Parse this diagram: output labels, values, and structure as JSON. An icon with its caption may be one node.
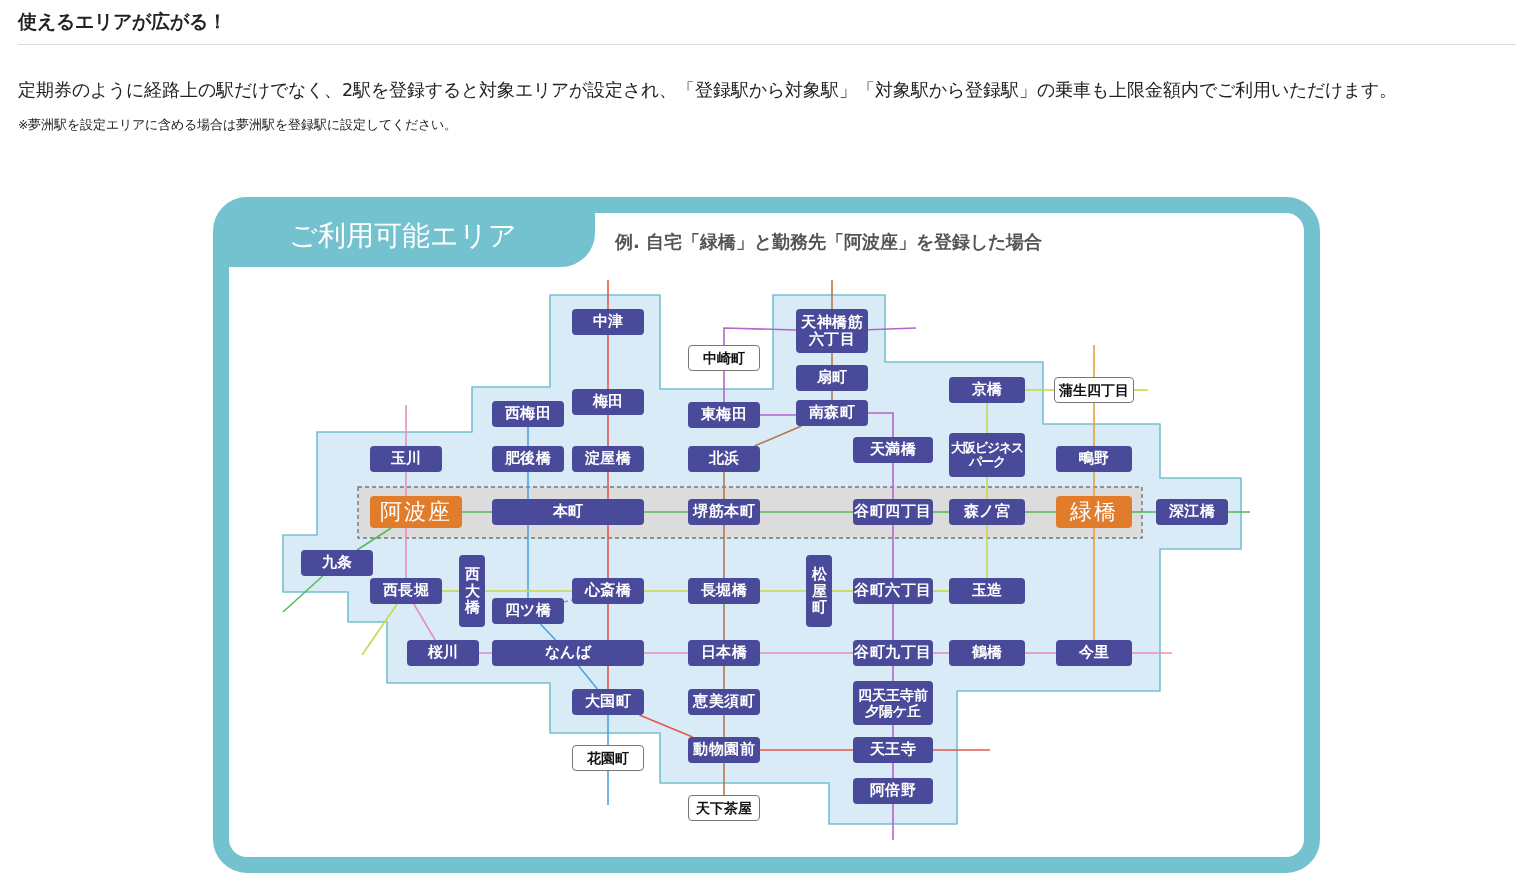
{
  "diagram": {
    "title": "使えるエリアが広がる！",
    "labels": [
      "定期券のように経路上の駅だけでなく、2駅を登録すると対象エリアが設定され、「登録駅から対象駅」「対象駅から登録駅」の乗車も上限金額内でご利用いただけます。",
      "※夢洲駅を設定エリアに含める場合は夢洲駅を登録駅に設定してください。"
    ],
    "nodes": [
      {
        "text": [
          "ご利用可能エリア",
          "例. 自宅「緑橋」と勤務先「阿波座」を登録した場合"
        ]
      },
      {
        "text": [
          "中津"
        ],
        "in": 0
      },
      {
        "text": [
          "天神橋筋六丁目"
        ],
        "in": 0
      },
      {
        "text": [
          "中崎町"
        ],
        "in": 0
      },
      {
        "text": [
          "扇町"
        ],
        "in": 0
      },
      {
        "text": [
          "梅田"
        ],
        "in": 0
      },
      {
        "text": [
          "西梅田"
        ],
        "in": 0
      },
      {
        "text": [
          "東梅田"
        ],
        "in": 0
      },
      {
        "text": [
          "南森町"
        ],
        "in": 0
      },
      {
        "text": [
          "京橋"
        ],
        "in": 0
      },
      {
        "text": [
          "蒲生四丁目"
        ],
        "in": 0
      },
      {
        "text": [
          "玉川"
        ],
        "in": 0
      },
      {
        "text": [
          "肥後橋"
        ],
        "in": 0
      },
      {
        "text": [
          "淀屋橋"
        ],
        "in": 0
      },
      {
        "text": [
          "北浜"
        ],
        "in": 0
      },
      {
        "text": [
          "天満橋"
        ],
        "in": 0
      },
      {
        "text": [
          "大阪ビジネスパーク"
        ],
        "in": 0
      },
      {
        "text": [
          "鴫野"
        ],
        "in": 0
      },
      {
        "text": [
          "阿波座"
        ],
        "in": 0
      },
      {
        "text": [
          "本町"
        ],
        "in": 0
      },
      {
        "text": [
          "堺筋本町"
        ],
        "in": 0
      },
      {
        "text": [
          "谷町四丁目"
        ],
        "in": 0
      },
      {
        "text": [
          "森ノ宮"
        ],
        "in": 0
      },
      {
        "text": [
          "緑橋"
        ],
        "in": 0
      },
      {
        "text": [
          "深江橋"
        ],
        "in": 0
      },
      {
        "text": [
          "九条"
        ],
        "in": 0
      },
      {
        "text": [
          "西長堀"
        ],
        "in": 0
      },
      {
        "text": [
          "西大橋"
        ],
        "in": 0
      },
      {
        "text": [
          "心斎橋"
        ],
        "in": 0
      },
      {
        "text": [
          "四ツ橋"
        ],
        "in": 0
      },
      {
        "text": [
          "長堀橋"
        ],
        "in": 0
      },
      {
        "text": [
          "松屋町"
        ],
        "in": 0
      },
      {
        "text": [
          "谷町六丁目"
        ],
        "in": 0
      },
      {
        "text": [
          "玉造"
        ],
        "in": 0
      },
      {
        "text": [
          "桜川"
        ],
        "in": 0
      },
      {
        "text": [
          "なんば"
        ],
        "in": 0
      },
      {
        "text": [
          "日本橋"
        ],
        "in": 0
      },
      {
        "text": [
          "谷町九丁目"
        ],
        "in": 0
      },
      {
        "text": [
          "鶴橋"
        ],
        "in": 0
      },
      {
        "text": [
          "今里"
        ],
        "in": 0
      },
      {
        "text": [
          "大国町"
        ],
        "in": 0
      },
      {
        "text": [
          "恵美須町"
        ],
        "in": 0
      },
      {
        "text": [
          "四天王寺前夕陽ケ丘"
        ],
        "in": 0
      },
      {
        "text": [
          "花園町"
        ],
        "in": 0
      },
      {
        "text": [
          "動物園前"
        ],
        "in": 0
      },
      {
        "text": [
          "天王寺"
        ],
        "in": 0
      },
      {
        "text": [
          "天下茶屋"
        ],
        "in": 0
      },
      {
        "text": [
          "阿倍野"
        ],
        "in": 0
      }
    ],
    "edges": [
      {
        "from": 1,
        "to": null,
        "arrow": "none",
        "color": "#e0584f"
      },
      {
        "from": 1,
        "to": 5,
        "arrow": "none",
        "color": "#e0584f"
      },
      {
        "from": 5,
        "to": 13,
        "arrow": "none",
        "color": "#e0584f"
      },
      {
        "from": 13,
        "to": 19,
        "arrow": "none",
        "color": "#e0584f"
      },
      {
        "from": 19,
        "to": 28,
        "arrow": "none",
        "color": "#e0584f"
      },
      {
        "from": 28,
        "to": 35,
        "arrow": "none",
        "color": "#e0584f"
      },
      {
        "from": 35,
        "to": 40,
        "arrow": "none",
        "color": "#e0584f"
      },
      {
        "from": 40,
        "to": 44,
        "arrow": "none",
        "color": "#e0584f"
      },
      {
        "from": 44,
        "to": 45,
        "arrow": "none",
        "color": "#e0584f"
      },
      {
        "from": 45,
        "to": null,
        "arrow": "none",
        "color": "#e0584f"
      },
      {
        "from": 6,
        "to": 12,
        "arrow": "none",
        "color": "#4fa3df"
      },
      {
        "from": 12,
        "to": 19,
        "arrow": "none",
        "color": "#4fa3df"
      },
      {
        "from": 19,
        "to": 29,
        "arrow": "none",
        "color": "#4fa3df"
      },
      {
        "from": 29,
        "to": 35,
        "arrow": "none",
        "color": "#4fa3df"
      },
      {
        "from": 35,
        "to": 40,
        "arrow": "none",
        "color": "#4fa3df"
      },
      {
        "from": 40,
        "to": 43,
        "arrow": "none",
        "color": "#4fa3df"
      },
      {
        "from": 43,
        "to": null,
        "arrow": "none",
        "color": "#4fa3df"
      },
      {
        "from": 29,
        "to": 28,
        "arrow": "none",
        "style": "dashed",
        "color": "#9a9ac0"
      },
      {
        "from": 2,
        "to": null,
        "arrow": "none",
        "color": "#b5794f"
      },
      {
        "from": 2,
        "to": 4,
        "arrow": "none",
        "color": "#b5794f"
      },
      {
        "from": 4,
        "to": 8,
        "arrow": "none",
        "color": "#b5794f"
      },
      {
        "from": 8,
        "to": 14,
        "arrow": "none",
        "color": "#b5794f"
      },
      {
        "from": 14,
        "to": 20,
        "arrow": "none",
        "color": "#b5794f"
      },
      {
        "from": 20,
        "to": 30,
        "arrow": "none",
        "color": "#b5794f"
      },
      {
        "from": 30,
        "to": 36,
        "arrow": "none",
        "color": "#b5794f"
      },
      {
        "from": 36,
        "to": 41,
        "arrow": "none",
        "color": "#b5794f"
      },
      {
        "from": 41,
        "to": 44,
        "arrow": "none",
        "color": "#b5794f"
      },
      {
        "from": 44,
        "to": 46,
        "arrow": "none",
        "color": "#b5794f"
      },
      {
        "from": 2,
        "to": null,
        "arrow": "none",
        "color": "#b565c8"
      },
      {
        "from": 3,
        "to": 2,
        "arrow": "none",
        "color": "#b565c8"
      },
      {
        "from": 7,
        "to": 3,
        "arrow": "none",
        "color": "#b565c8"
      },
      {
        "from": 7,
        "to": 8,
        "arrow": "none",
        "color": "#b565c8"
      },
      {
        "from": 8,
        "to": 15,
        "arrow": "none",
        "color": "#b565c8"
      },
      {
        "from": 15,
        "to": 21,
        "arrow": "none",
        "color": "#b565c8"
      },
      {
        "from": 21,
        "to": 32,
        "arrow": "none",
        "color": "#b565c8"
      },
      {
        "from": 32,
        "to": 37,
        "arrow": "none",
        "color": "#b565c8"
      },
      {
        "from": 37,
        "to": 42,
        "arrow": "none",
        "color": "#b565c8"
      },
      {
        "from": 42,
        "to": 45,
        "arrow": "none",
        "color": "#b565c8"
      },
      {
        "from": 45,
        "to": 47,
        "arrow": "none",
        "color": "#b565c8"
      },
      {
        "from": 47,
        "to": null,
        "arrow": "none",
        "color": "#b565c8"
      },
      {
        "from": 25,
        "to": null,
        "arrow": "none",
        "color": "#5cb85c"
      },
      {
        "from": 25,
        "to": 18,
        "arrow": "none",
        "color": "#5cb85c"
      },
      {
        "from": 18,
        "to": 19,
        "arrow": "none",
        "color": "#5cb85c"
      },
      {
        "from": 19,
        "to": 20,
        "arrow": "none",
        "color": "#5cb85c"
      },
      {
        "from": 20,
        "to": 21,
        "arrow": "none",
        "color": "#5cb85c"
      },
      {
        "from": 21,
        "to": 22,
        "arrow": "none",
        "color": "#5cb85c"
      },
      {
        "from": 22,
        "to": 23,
        "arrow": "none",
        "color": "#5cb85c"
      },
      {
        "from": 23,
        "to": 24,
        "arrow": "none",
        "color": "#5cb85c"
      },
      {
        "from": 24,
        "to": null,
        "arrow": "none",
        "color": "#5cb85c"
      },
      {
        "from": 11,
        "to": null,
        "arrow": "none",
        "color": "#e88fbf"
      },
      {
        "from": 11,
        "to": 18,
        "arrow": "none",
        "color": "#e88fbf"
      },
      {
        "from": 18,
        "to": 26,
        "arrow": "none",
        "color": "#e88fbf"
      },
      {
        "from": 26,
        "to": 34,
        "arrow": "none",
        "color": "#e88fbf"
      },
      {
        "from": 34,
        "to": 35,
        "arrow": "none",
        "color": "#e88fbf"
      },
      {
        "from": 35,
        "to": 36,
        "arrow": "none",
        "color": "#e88fbf"
      },
      {
        "from": 36,
        "to": 37,
        "arrow": "none",
        "color": "#e88fbf"
      },
      {
        "from": 37,
        "to": 38,
        "arrow": "none",
        "color": "#e88fbf"
      },
      {
        "from": 38,
        "to": 39,
        "arrow": "none",
        "color": "#e88fbf"
      },
      {
        "from": 39,
        "to": null,
        "arrow": "none",
        "color": "#e88fbf"
      },
      {
        "from": 26,
        "to": null,
        "arrow": "none",
        "color": "#c6d94a"
      },
      {
        "from": 26,
        "to": 27,
        "arrow": "none",
        "color": "#c6d94a"
      },
      {
        "from": 27,
        "to": 28,
        "arrow": "none",
        "color": "#c6d94a"
      },
      {
        "from": 28,
        "to": 30,
        "arrow": "none",
        "color": "#c6d94a"
      },
      {
        "from": 30,
        "to": 31,
        "arrow": "none",
        "color": "#c6d94a"
      },
      {
        "from": 31,
        "to": 32,
        "arrow": "none",
        "color": "#c6d94a"
      },
      {
        "from": 32,
        "to": 33,
        "arrow": "none",
        "color": "#c6d94a"
      },
      {
        "from": 33,
        "to": 22,
        "arrow": "none",
        "color": "#c6d94a"
      },
      {
        "from": 22,
        "to": 16,
        "arrow": "none",
        "color": "#c6d94a"
      },
      {
        "from": 16,
        "to": 9,
        "arrow": "none",
        "color": "#c6d94a"
      },
      {
        "from": 9,
        "to": 10,
        "arrow": "none",
        "color": "#c6d94a"
      },
      {
        "from": 10,
        "to": null,
        "arrow": "none",
        "color": "#c6d94a"
      },
      {
        "from": 10,
        "to": null,
        "arrow": "none",
        "color": "#e5a23a"
      },
      {
        "from": 10,
        "to": 17,
        "arrow": "none",
        "color": "#e5a23a"
      },
      {
        "from": 17,
        "to": 23,
        "arrow": "none",
        "color": "#e5a23a"
      },
      {
        "from": 23,
        "to": 39,
        "arrow": "none",
        "color": "#e5a23a"
      }
    ]
  }
}
